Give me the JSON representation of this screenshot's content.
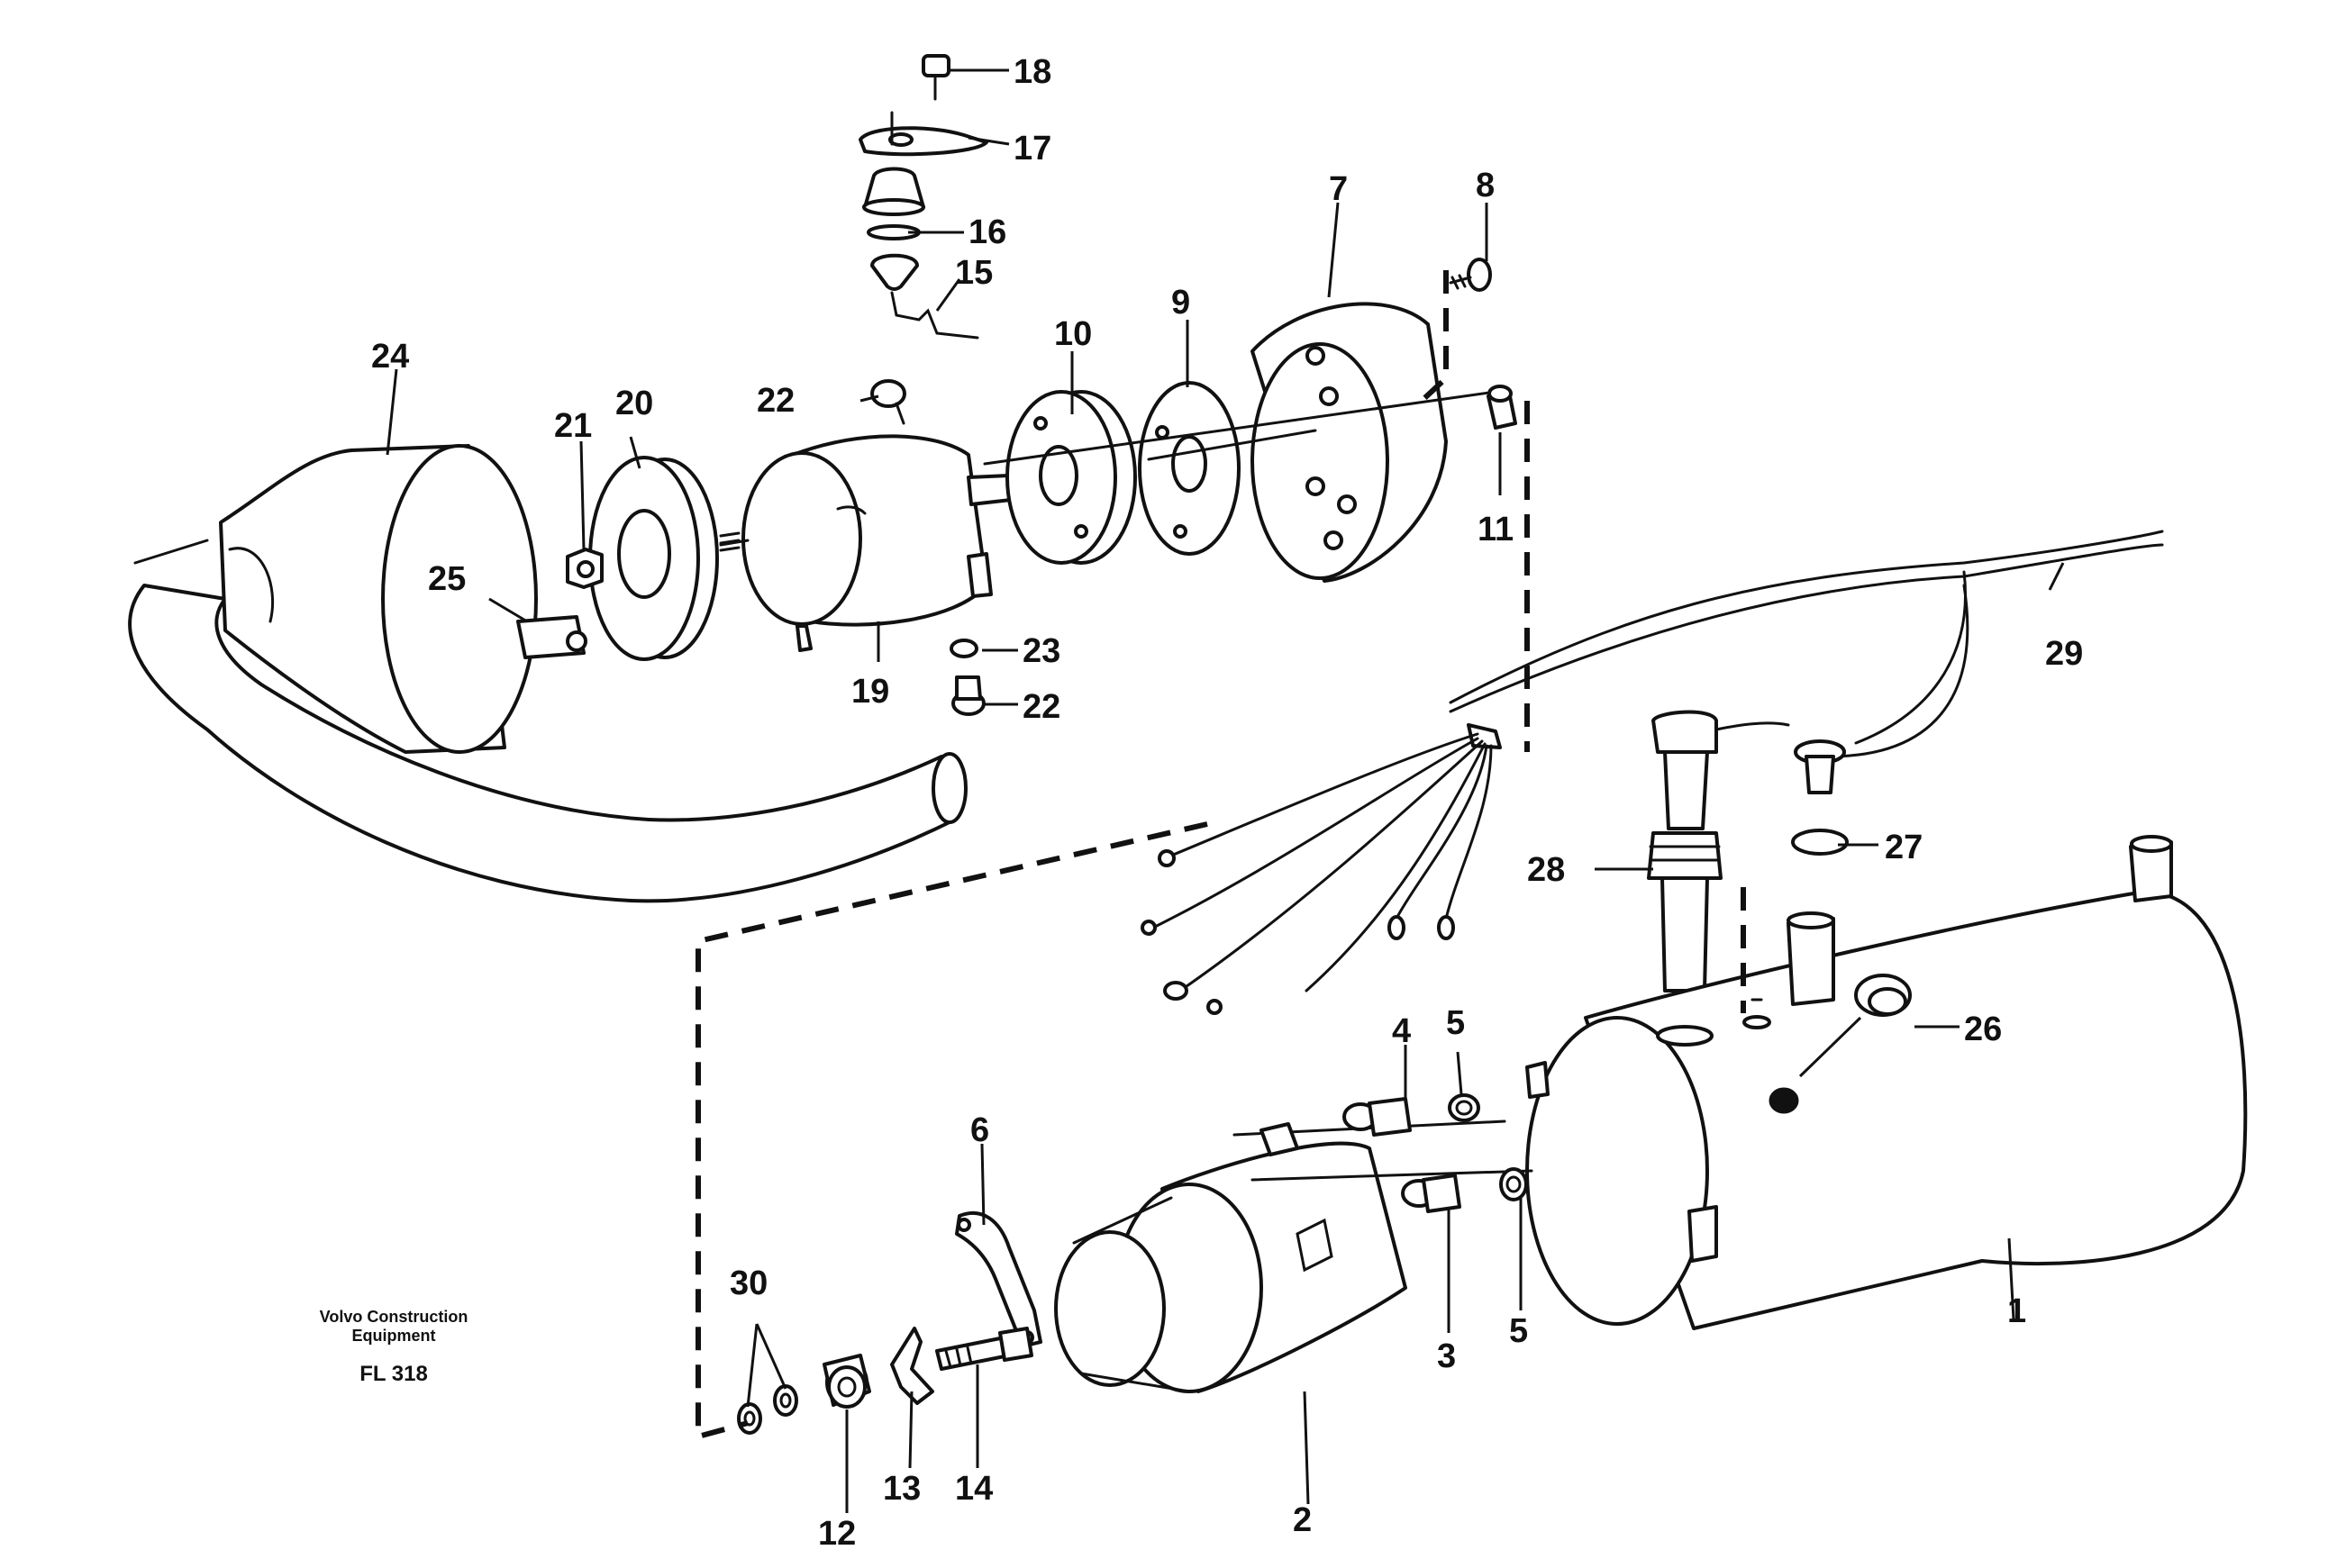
{
  "caption": {
    "line1": "Volvo Construction",
    "line2": "Equipment",
    "code": "FL 318"
  },
  "callouts": [
    "1",
    "2",
    "3",
    "4",
    "5",
    "5",
    "6",
    "7",
    "8",
    "9",
    "10",
    "11",
    "12",
    "13",
    "14",
    "15",
    "16",
    "17",
    "18",
    "19",
    "20",
    "21",
    "22",
    "22",
    "23",
    "24",
    "25",
    "26",
    "27",
    "28",
    "29",
    "30"
  ]
}
